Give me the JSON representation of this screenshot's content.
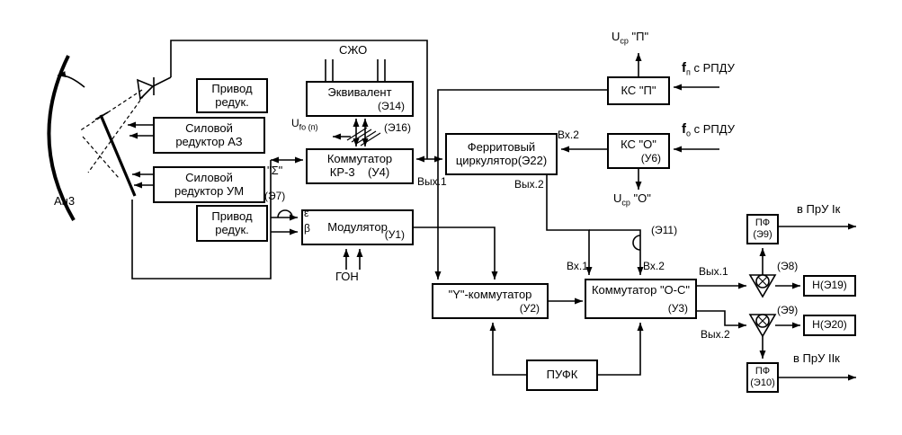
{
  "diagram": {
    "blocks": {
      "privod_top": {
        "line1": "Привод",
        "line2": "редук."
      },
      "reduktor_az": {
        "line1": "Силовой",
        "line2": "редуктор АЗ"
      },
      "reduktor_um": {
        "line1": "Силовой",
        "line2": "редуктор УМ"
      },
      "privod_bottom": {
        "line1": "Привод",
        "line2": "редук."
      },
      "ekvivalent": {
        "line1": "Эквивалент",
        "tag": "(Э14)"
      },
      "kr3": {
        "line1": "Коммутатор",
        "line2": "КР-3    (У4)"
      },
      "modulator": {
        "line1": "Модулятор",
        "tag": "(У1)"
      },
      "circulator": {
        "line1": "Ферритовый",
        "line2": "циркулятор(Э22)"
      },
      "ks_p": {
        "line1": "КС \"П\""
      },
      "ks_o": {
        "line1": "КС \"О\"",
        "tag": "(У6)"
      },
      "y_comm": {
        "line1": "\"Y\"-коммутатор",
        "tag": "(У2)"
      },
      "os_comm": {
        "line1": "Коммутатор \"О-С\"",
        "tag": "(У3)"
      },
      "pufk": {
        "line1": "ПУФК"
      },
      "pf1": {
        "line1": "ПФ",
        "line2": "(Э9)"
      },
      "pf2": {
        "line1": "ПФ",
        "line2": "(Э10)"
      },
      "n19": {
        "line1": "Н(Э19)"
      },
      "n20": {
        "line1": "Н(Э20)"
      }
    },
    "labels": {
      "szho": "СЖО",
      "e16": "(Э16)",
      "sigma": "\"Σ\"",
      "e7": "(Э7)",
      "eps": "ε",
      "beta": "β",
      "gon": "ГОН",
      "an3": "Ан3",
      "vyh1_circ": "Вых.1",
      "vyh2_circ": "Вых.2",
      "vh2_circ": "Вх.2",
      "e11": "(Э11)",
      "vh1_os": "Вх.1",
      "vh2_os": "Вх.2",
      "vyh1_os": "Вых.1",
      "vyh2_os": "Вых.2",
      "e8": "(Э8)",
      "e9": "(Э9)",
      "pru1": "в ПрУ Iк",
      "pru2": "в ПрУ IIк",
      "u_fo": {
        "base": "U",
        "sub": "fо (п)"
      },
      "u_sr_p": {
        "base": "U",
        "sub": "ср",
        "tail": "\"П\""
      },
      "u_sr_o": {
        "base": "U",
        "sub": "ср",
        "tail": "\"О\""
      },
      "f_p": {
        "base": "f",
        "sub": "п",
        "tail": "с РПДУ"
      },
      "f_o": {
        "base": "f",
        "sub": "о",
        "tail": "с РПДУ"
      }
    }
  }
}
